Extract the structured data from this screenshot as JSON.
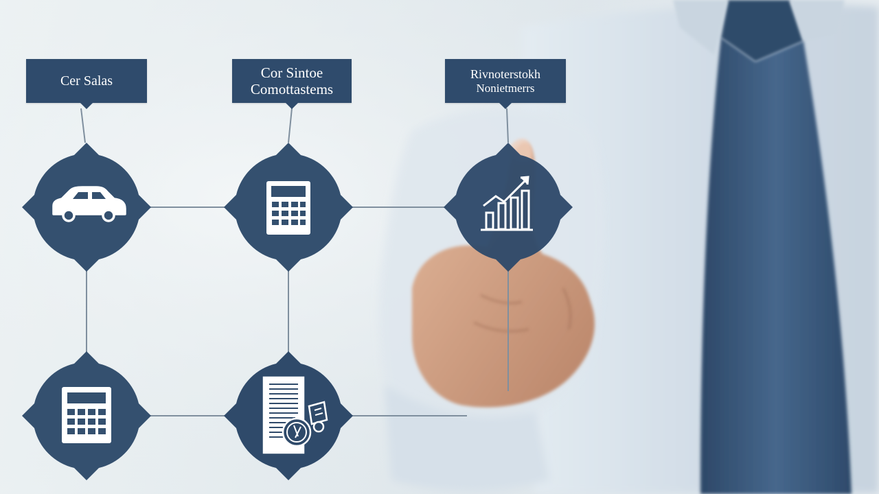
{
  "labels": {
    "car": {
      "lines": [
        "Cer Salas"
      ]
    },
    "middle": {
      "lines": [
        "Cor Sintoe",
        "Comottastems"
      ]
    },
    "right": {
      "lines": [
        "Rivnoterstokh",
        "Nonietmerrs"
      ]
    }
  },
  "nodes": [
    {
      "icon": "car-icon"
    },
    {
      "icon": "calculator-icon"
    },
    {
      "icon": "growth-chart-icon"
    },
    {
      "icon": "calculator-icon"
    },
    {
      "icon": "document-coins-icon"
    }
  ],
  "colors": {
    "node": "#34506f",
    "label": "#2f4b6c",
    "connector": "#7f8f9e",
    "shirt": "#dce6ee",
    "tie": "#3f5f82",
    "skin": "#d7a98c"
  }
}
